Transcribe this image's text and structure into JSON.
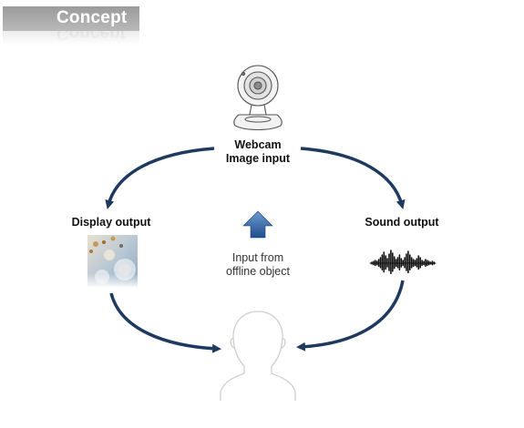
{
  "title": "Concept",
  "nodes": {
    "webcam_line1": "Webcam",
    "webcam_line2": "Image input",
    "display": "Display output",
    "sound": "Sound output",
    "center_line1": "Input from",
    "center_line2": "offline object"
  },
  "colors": {
    "arrow": "#1f3a5f",
    "up_arrow_top": "#5a8ac6",
    "up_arrow_bottom": "#1e4e8c",
    "title_bg": "#a8a8a8"
  },
  "icons": [
    "webcam-icon",
    "display-thumbnail-icon",
    "sound-waveform-icon",
    "person-head-icon",
    "up-arrow-icon"
  ]
}
